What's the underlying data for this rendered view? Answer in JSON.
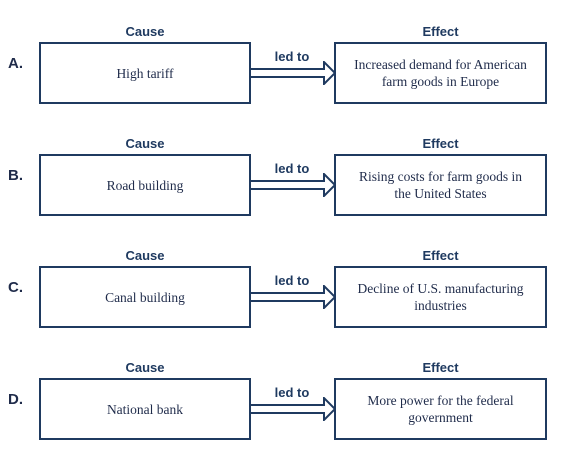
{
  "options": [
    {
      "letter": "A.",
      "cause_header": "Cause",
      "effect_header": "Effect",
      "cause": "High tariff",
      "connector": "led to",
      "effect": "Increased demand for American farm goods in Europe"
    },
    {
      "letter": "B.",
      "cause_header": "Cause",
      "effect_header": "Effect",
      "cause": "Road building",
      "connector": "led to",
      "effect": "Rising costs for farm goods in the United States"
    },
    {
      "letter": "C.",
      "cause_header": "Cause",
      "effect_header": "Effect",
      "cause": "Canal building",
      "connector": "led to",
      "effect": "Decline of U.S. manufacturing industries"
    },
    {
      "letter": "D.",
      "cause_header": "Cause",
      "effect_header": "Effect",
      "cause": "National bank",
      "connector": "led to",
      "effect": "More power for the federal government"
    }
  ],
  "colors": {
    "border": "#1f3a60",
    "text": "#1f2b4a"
  }
}
